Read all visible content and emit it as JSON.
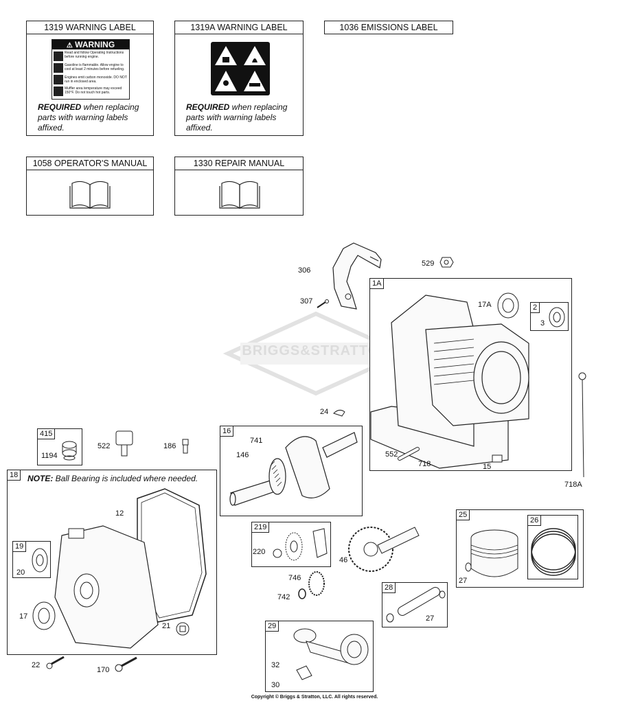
{
  "labels_section": {
    "warning_1319": {
      "title": "1319 WARNING LABEL",
      "sticker_heading": "WARNING",
      "sticker_lines": [
        "Read and follow Operating Instructions before running engine.",
        "Gasoline is flammable. Allow engine to cool at least 2 minutes before refueling.",
        "Engines emit carbon monoxide. DO NOT run in enclosed area.",
        "Muffler area temperature may exceed 150°F. Do not touch hot parts."
      ],
      "required_bold": "REQUIRED",
      "required_rest": " when replacing",
      "required_line2": "parts with warning labels",
      "required_line3": "affixed."
    },
    "warning_1319a": {
      "title": "1319A WARNING LABEL",
      "required_bold": "REQUIRED",
      "required_rest": " when replacing",
      "required_line2": "parts with warning labels",
      "required_line3": "affixed."
    },
    "emissions_1036": {
      "title": "1036 EMISSIONS LABEL"
    },
    "operators_manual_1058": {
      "title": "1058 OPERATOR'S MANUAL"
    },
    "repair_manual_1330": {
      "title": "1330 REPAIR MANUAL"
    }
  },
  "parts": {
    "306": "306",
    "307": "307",
    "529": "529",
    "crankcase_box": "1A",
    "17A": "17A",
    "bearing_box": "2",
    "3": "3",
    "24": "24",
    "552": "552",
    "718": "718",
    "15": "15",
    "718A": "718A",
    "box_415": "415",
    "1194": "1194",
    "522": "522",
    "186": "186",
    "crank_box": "16",
    "741": "741",
    "146": "146",
    "cover_box": "18",
    "note_bold": "NOTE:",
    "note_text": " Ball Bearing is included where needed.",
    "12": "12",
    "seal_box": "19",
    "20": "20",
    "17": "17",
    "21": "21",
    "22": "22",
    "170": "170",
    "gov_box": "219",
    "220": "220",
    "46": "46",
    "746": "746",
    "742": "742",
    "piston_box": "25",
    "rings_box": "26",
    "27a": "27",
    "pin_box": "28",
    "27b": "27",
    "rod_box": "29",
    "32": "32",
    "30": "30"
  },
  "watermark": "BRIGGS&STRATTON",
  "copyright": "Copyright © Briggs & Stratton, LLC. All rights reserved."
}
